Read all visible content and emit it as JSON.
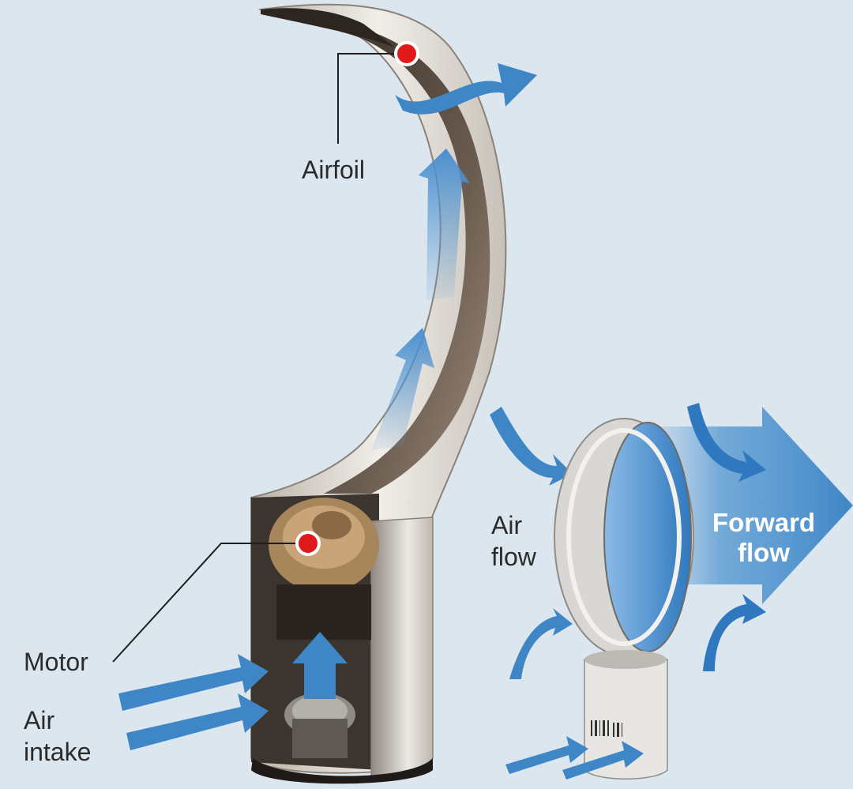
{
  "labels": {
    "airfoil": "Airfoil",
    "motor": "Motor",
    "air_intake": "Air\nintake",
    "air_flow": "Air\nflow",
    "forward_flow": "Forward\nflow"
  },
  "icons": {
    "fan_cutaway": "bladeless-fan-cutaway-icon",
    "small_fan": "bladeless-fan-icon",
    "arrows": "airflow-arrow-icon",
    "marker": "red-marker-dot-icon"
  },
  "colors": {
    "background": "#dbe6ee",
    "arrow_blue": "#3e86c6",
    "marker_red": "#e01a1a",
    "fan_shell": "#e6e3dd",
    "fan_interior": "#4b4038"
  }
}
